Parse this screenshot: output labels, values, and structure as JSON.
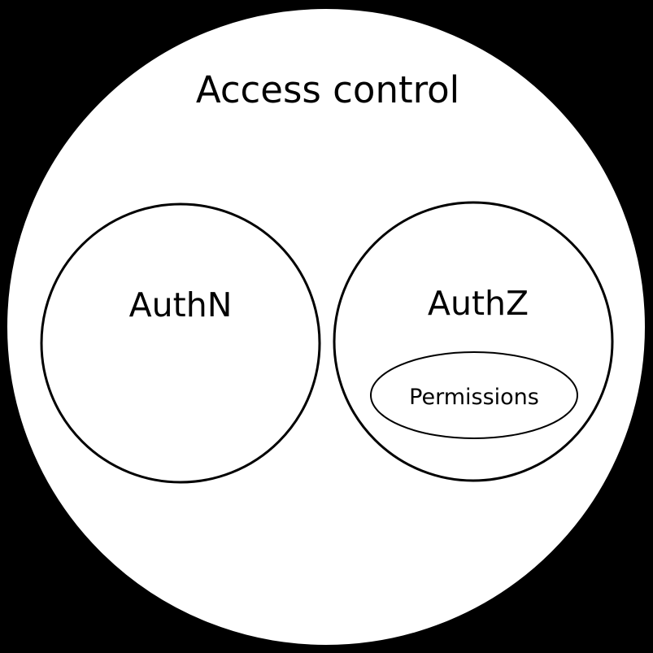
{
  "diagram": {
    "type": "euler-venn",
    "title": "Access control",
    "sets": [
      {
        "id": "access-control",
        "label": "Access control",
        "parent": null
      },
      {
        "id": "authn",
        "label": "AuthN",
        "parent": "access-control"
      },
      {
        "id": "authz",
        "label": "AuthZ",
        "parent": "access-control"
      },
      {
        "id": "permissions",
        "label": "Permissions",
        "parent": "authz"
      }
    ],
    "labels": {
      "outer": "Access control",
      "authn": "AuthN",
      "authz": "AuthZ",
      "permissions": "Permissions"
    },
    "colors": {
      "background": "#000000",
      "shape_fill": "#ffffff",
      "shape_stroke": "#000000",
      "text": "#000000"
    }
  }
}
